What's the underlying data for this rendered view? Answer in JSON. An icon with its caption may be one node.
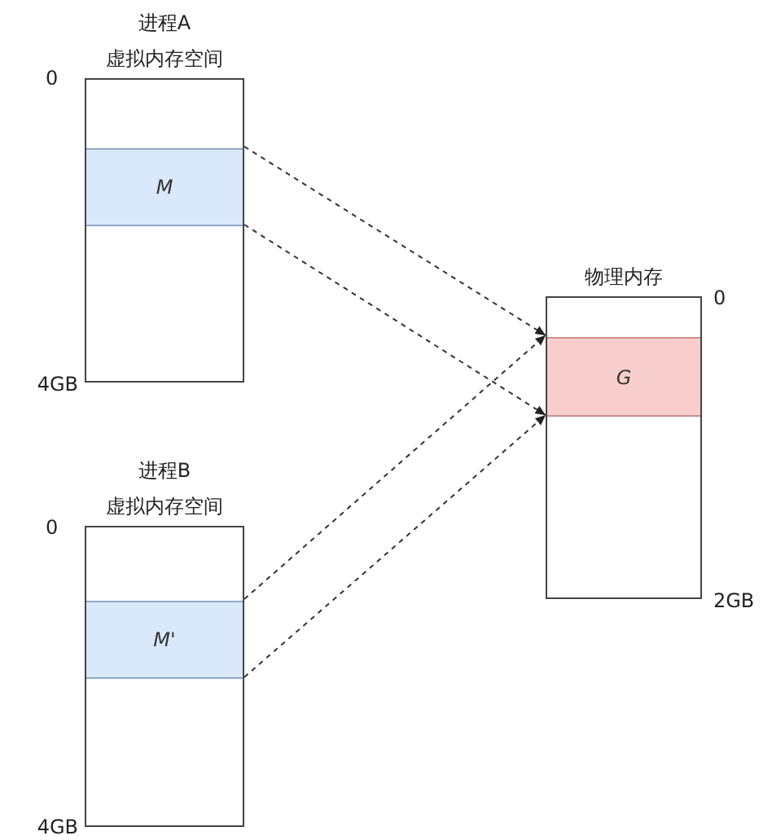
{
  "diagram": {
    "nodes": [
      {
        "text": [
          "进程A",
          "虚拟内存空间"
        ]
      },
      {
        "text": [
          "M"
        ],
        "in": 0
      },
      {
        "text": [
          "进程B",
          "虚拟内存空间"
        ]
      },
      {
        "text": [
          "M'"
        ],
        "in": 2
      },
      {
        "text": [
          "物理内存"
        ]
      },
      {
        "text": [
          "G"
        ],
        "in": 4
      }
    ],
    "edges": [
      {
        "from": 1,
        "to": 5,
        "arrow": "to",
        "style": "dashed"
      },
      {
        "from": 1,
        "to": 5,
        "arrow": "to",
        "style": "dashed"
      },
      {
        "from": 3,
        "to": 5,
        "arrow": "to",
        "style": "dashed"
      },
      {
        "from": 3,
        "to": 5,
        "arrow": "to",
        "style": "dashed"
      }
    ],
    "labels": [
      "0",
      "4GB",
      "0",
      "4GB",
      "0",
      "2GB"
    ]
  }
}
